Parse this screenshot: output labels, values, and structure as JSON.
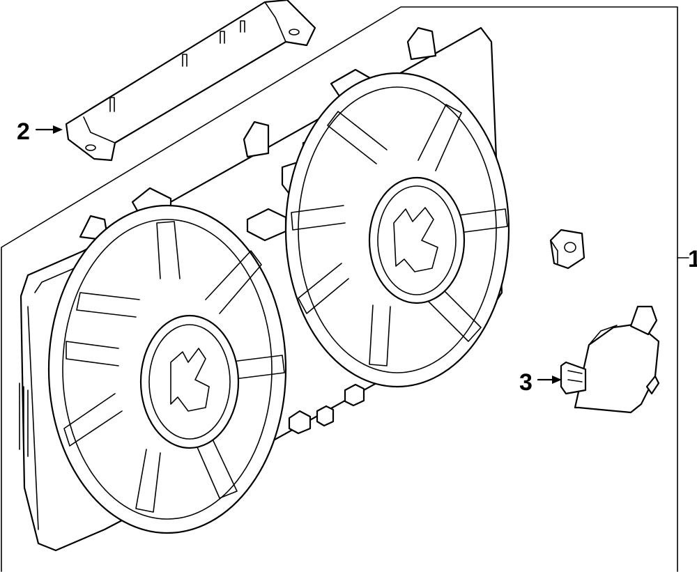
{
  "callouts": {
    "fan_assembly": "1",
    "bracket": "2",
    "clip": "3"
  },
  "colors": {
    "line": "#000000",
    "background": "#ffffff"
  }
}
